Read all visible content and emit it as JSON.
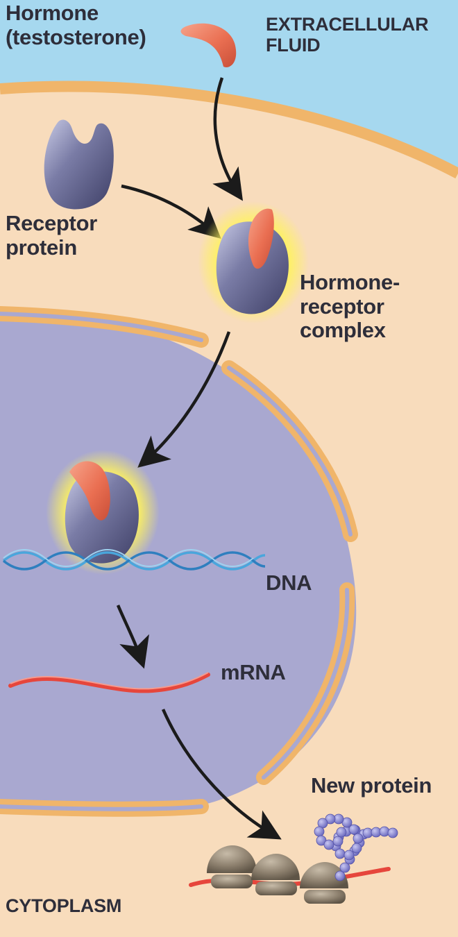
{
  "labels": {
    "hormone": [
      "Hormone",
      "(testosterone)"
    ],
    "extracellular": [
      "EXTRACELLULAR",
      "FLUID"
    ],
    "receptor_protein": [
      "Receptor",
      "protein"
    ],
    "complex": [
      "Hormone-",
      "receptor",
      "complex"
    ],
    "dna": "DNA",
    "mrna": "mRNA",
    "new_protein": "New protein",
    "cytoplasm": "CYTOPLASM"
  },
  "colors": {
    "extracellular_fluid": "#a6d8ef",
    "cytoplasm": "#f8dcbc",
    "membrane": "#f0b56a",
    "nucleus": "#a9a8d0",
    "hormone": "#ee7f62",
    "receptor": "#6f7098",
    "glow": "#fff06a",
    "dna": "#4aa6dc",
    "mrna": "#e6463c",
    "ribosome": "#8b7e6c",
    "protein_bead": "#8a88d2",
    "arrow": "#1b1b1b",
    "text": "#2e2e3a"
  }
}
